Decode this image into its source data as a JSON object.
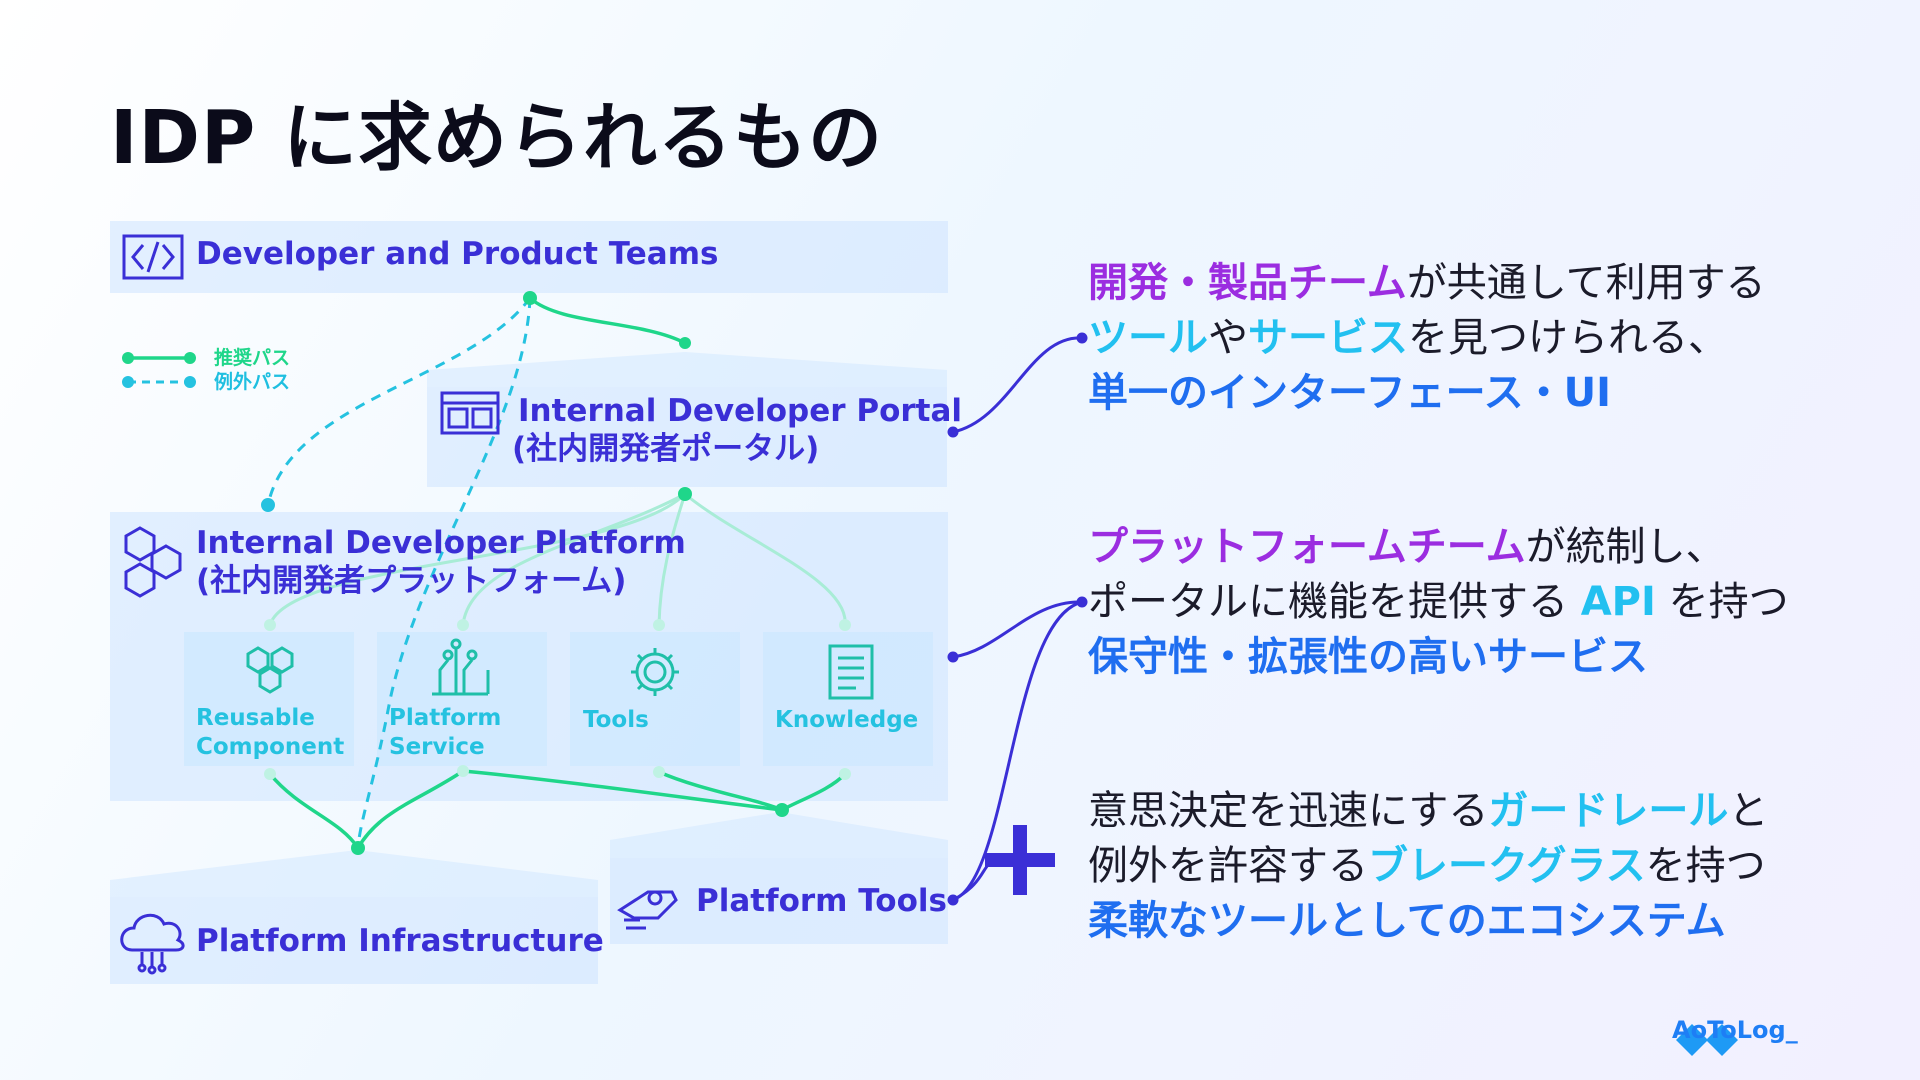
{
  "title": "IDP に求められるもの",
  "boxes": {
    "teams": "Developer and Product Teams",
    "portal_line1": "Internal Developer Portal",
    "portal_line2": "(社内開発者ポータル)",
    "platform_line1": "Internal Developer Platform",
    "platform_line2": "(社内開発者プラットフォーム)",
    "infrastructure": "Platform Infrastructure",
    "platform_tools": "Platform Tools"
  },
  "components": [
    {
      "line1": "Reusable",
      "line2": "Component",
      "icon": "cubes-icon"
    },
    {
      "line1": "Platform",
      "line2": "Service",
      "icon": "circuit-icon"
    },
    {
      "line1": "Tools",
      "line2": "",
      "icon": "gear-icon"
    },
    {
      "line1": "Knowledge",
      "line2": "",
      "icon": "document-icon"
    }
  ],
  "legend": {
    "recommended": "推奨パス",
    "exception": "例外パス"
  },
  "right_text": {
    "block1": {
      "l1_a": "開発・製品チーム",
      "l1_b": "が共通して利用する",
      "l2_a": "ツール",
      "l2_b": "や",
      "l2_c": "サービス",
      "l2_d": "を見つけられる、",
      "l3": "単一のインターフェース・UI"
    },
    "block2": {
      "l1_a": "プラットフォームチーム",
      "l1_b": "が統制し、",
      "l2_a": "ポータルに機能を提供する ",
      "l2_b": "API",
      "l2_c": " を持つ",
      "l3": "保守性・拡張性の高いサービス"
    },
    "block3": {
      "l1_a": "意思決定を迅速にする",
      "l1_b": "ガードレール",
      "l1_c": "と",
      "l2_a": "例外を許容する",
      "l2_b": "ブレークグラス",
      "l2_c": "を持つ",
      "l3": "柔軟なツールとしてのエコシステム"
    }
  },
  "logo": "AoToLog_",
  "colors": {
    "box_label": "#3a2fd6",
    "recommended_path": "#1fd68a",
    "exception_path": "#25c2e0",
    "highlight_purple": "#9b2de0",
    "highlight_cyan": "#22c0f0",
    "highlight_blue": "#1f6ef0"
  }
}
